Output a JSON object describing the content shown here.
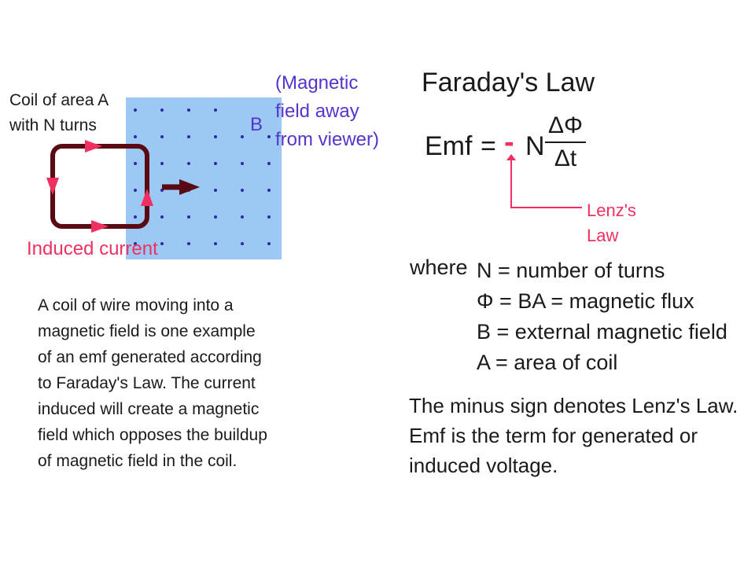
{
  "diagram": {
    "coil_label_lines": [
      "Coil of area A",
      "with N turns"
    ],
    "field_label": "B",
    "field_note_lines": [
      "(Magnetic",
      "field away",
      "from viewer)"
    ],
    "induced_label": "Induced current",
    "colors": {
      "field_region": "#9cc8f4",
      "field_dots": "#2a2aa8",
      "coil": "#5a0a12",
      "current_arrows": "#f03060",
      "motion_arrow": "#5a0a12",
      "note_text": "#5533cc"
    }
  },
  "formula": {
    "title": "Faraday's Law",
    "lhs": "Emf",
    "equals": "=",
    "minus": "-",
    "n": "N",
    "numerator": "ΔΦ",
    "denominator": "Δt",
    "lenz_lines": [
      "Lenz's",
      "Law"
    ]
  },
  "definitions": {
    "where": "where",
    "items": [
      "N = number of turns",
      "Φ = BA = magnetic flux",
      "B = external magnetic field",
      "A = area of coil"
    ]
  },
  "description_left": [
    "A coil of wire moving into a",
    "magnetic field is one example",
    "of an emf generated according",
    "to Faraday's Law. The current",
    "induced will create a magnetic",
    "field which opposes the buildup",
    "of magnetic field in the coil."
  ],
  "description_right": [
    "The minus sign denotes Lenz's Law.",
    "Emf is the term for generated or",
    "induced voltage."
  ]
}
